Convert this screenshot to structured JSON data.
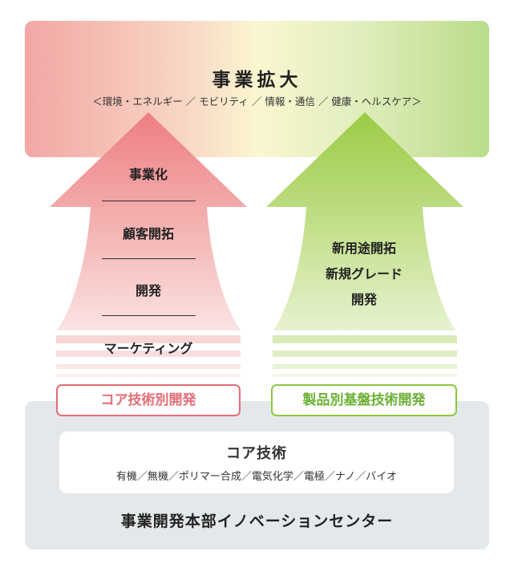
{
  "top": {
    "title": "事業拡大",
    "subtitle": "＜環境・エネルギー ／ モビリティ ／ 情報・通信 ／ 健康・ヘルスケア＞"
  },
  "red_arrow": {
    "stages": [
      "事業化",
      "顧客開拓",
      "開発",
      "マーケティング"
    ],
    "color": "#e9727a"
  },
  "green_arrow": {
    "lines": [
      "新用途開拓",
      "新規グレード",
      "開発"
    ],
    "color": "#8cc63f"
  },
  "tags": {
    "red": "コア技術別開発",
    "green": "製品別基盤技術開発"
  },
  "core": {
    "title": "コア技術",
    "items": "有機／無機／ポリマー合成／電気化学／電極／ナノ／バイオ"
  },
  "org_name": "事業開発本部イノベーションセンター"
}
